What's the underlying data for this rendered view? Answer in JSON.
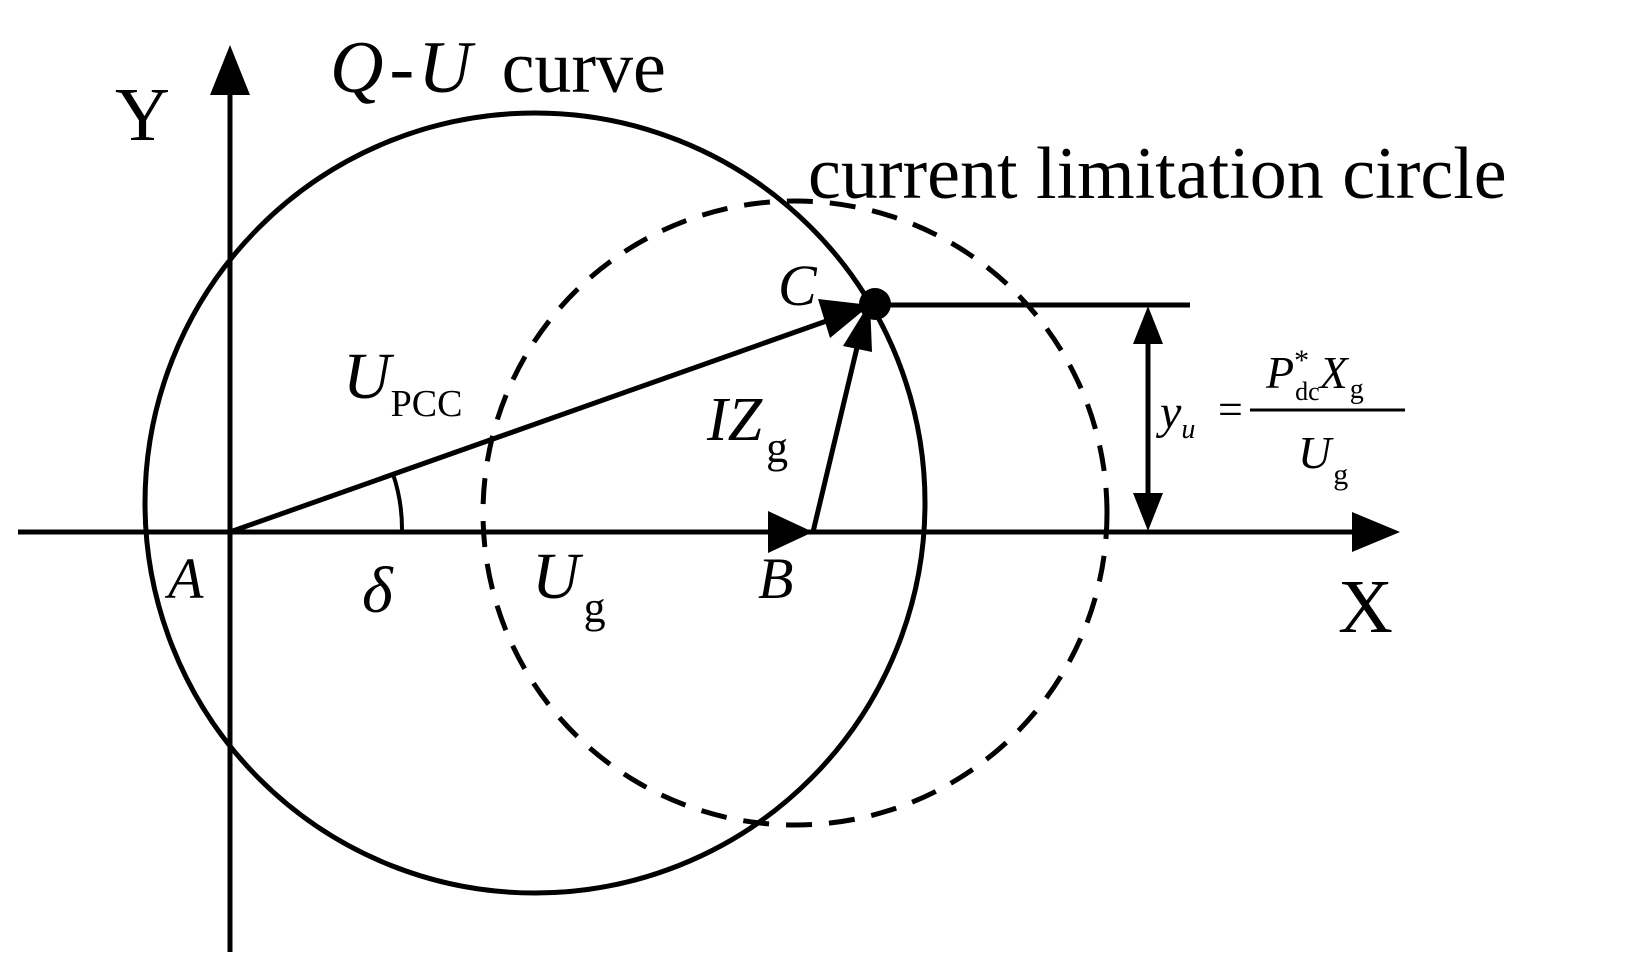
{
  "labels": {
    "y_axis": "Y",
    "x_axis": "X",
    "qu_q": "Q",
    "qu_dash": "-",
    "qu_u": "U",
    "qu_rest": "curve",
    "current_circle": "current limitation circle",
    "point_a": "A",
    "point_b": "B",
    "point_c": "C",
    "delta": "δ",
    "upcc_main": "U",
    "upcc_sub": "PCC",
    "ug_main": "U",
    "ug_sub": "g",
    "izg_main": "IZ",
    "izg_sub": "g",
    "yu_main": "y",
    "yu_sub": "u",
    "equals": "=",
    "num_p": "P",
    "num_p_sup": "*",
    "num_p_sub": "dc",
    "num_x": "X",
    "num_x_sub": "g",
    "den_u": "U",
    "den_u_sub": "g"
  },
  "colors": {
    "stroke": "#000000",
    "background": "#ffffff"
  }
}
